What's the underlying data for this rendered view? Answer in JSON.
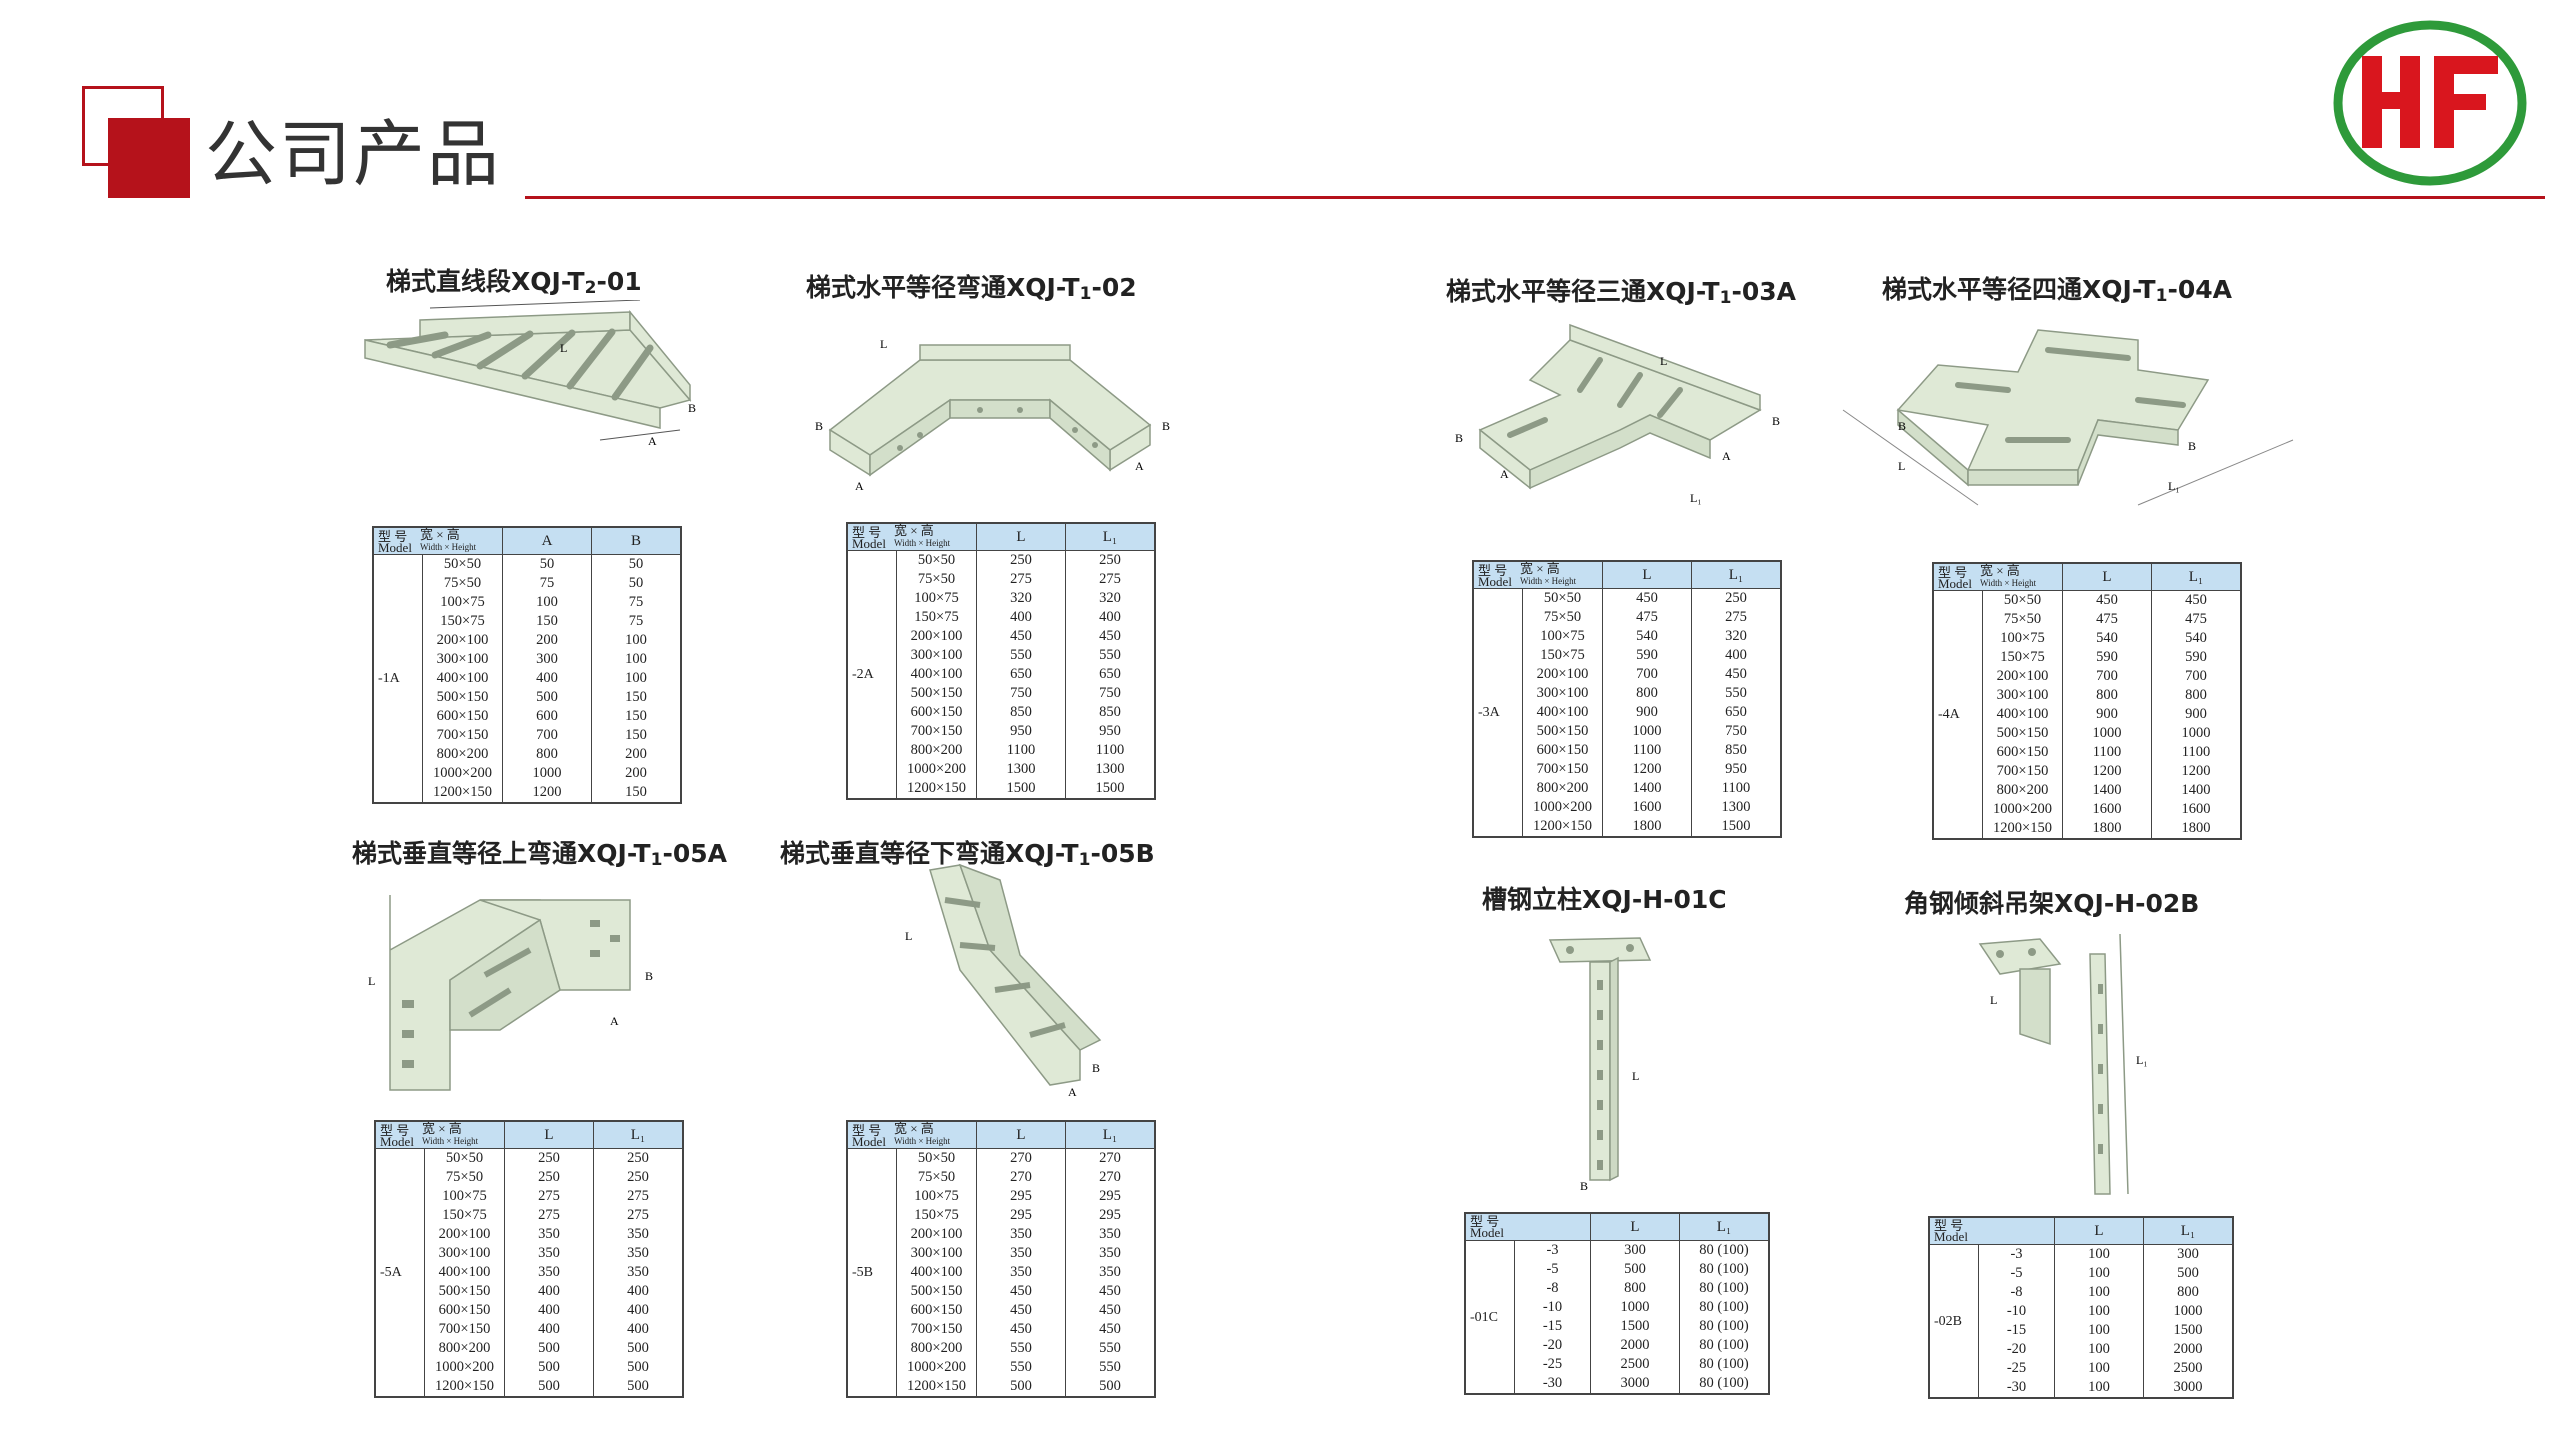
{
  "header": {
    "title": "公司产品"
  },
  "logo": {
    "text": "HF",
    "ring_color": "#2e9a3a",
    "letter_color": "#d9161e"
  },
  "colors": {
    "accent": "#b5121b",
    "table_header": "#c5dff2"
  },
  "products": [
    {
      "title_main": "梯式直线段XQJ-T",
      "title_sub": "2",
      "title_suffix": "-01",
      "code": "-1A",
      "cols": [
        "A",
        "B"
      ],
      "rows": [
        [
          "50×50",
          "50",
          "50"
        ],
        [
          "75×50",
          "75",
          "50"
        ],
        [
          "100×75",
          "100",
          "75"
        ],
        [
          "150×75",
          "150",
          "75"
        ],
        [
          "200×100",
          "200",
          "100"
        ],
        [
          "300×100",
          "300",
          "100"
        ],
        [
          "400×100",
          "400",
          "100"
        ],
        [
          "500×150",
          "500",
          "150"
        ],
        [
          "600×150",
          "600",
          "150"
        ],
        [
          "700×150",
          "700",
          "150"
        ],
        [
          "800×200",
          "800",
          "200"
        ],
        [
          "1000×200",
          "1000",
          "200"
        ],
        [
          "1200×150",
          "1200",
          "150"
        ]
      ]
    },
    {
      "title_main": "梯式水平等径弯通XQJ-T",
      "title_sub": "1",
      "title_suffix": "-02",
      "code": "-2A",
      "cols": [
        "L",
        "L₁"
      ],
      "rows": [
        [
          "50×50",
          "250",
          "250"
        ],
        [
          "75×50",
          "275",
          "275"
        ],
        [
          "100×75",
          "320",
          "320"
        ],
        [
          "150×75",
          "400",
          "400"
        ],
        [
          "200×100",
          "450",
          "450"
        ],
        [
          "300×100",
          "550",
          "550"
        ],
        [
          "400×100",
          "650",
          "650"
        ],
        [
          "500×150",
          "750",
          "750"
        ],
        [
          "600×150",
          "850",
          "850"
        ],
        [
          "700×150",
          "950",
          "950"
        ],
        [
          "800×200",
          "1100",
          "1100"
        ],
        [
          "1000×200",
          "1300",
          "1300"
        ],
        [
          "1200×150",
          "1500",
          "1500"
        ]
      ]
    },
    {
      "title_main": "梯式水平等径三通XQJ-T",
      "title_sub": "1",
      "title_suffix": "-03A",
      "code": "-3A",
      "cols": [
        "L",
        "L₁"
      ],
      "rows": [
        [
          "50×50",
          "450",
          "250"
        ],
        [
          "75×50",
          "475",
          "275"
        ],
        [
          "100×75",
          "540",
          "320"
        ],
        [
          "150×75",
          "590",
          "400"
        ],
        [
          "200×100",
          "700",
          "450"
        ],
        [
          "300×100",
          "800",
          "550"
        ],
        [
          "400×100",
          "900",
          "650"
        ],
        [
          "500×150",
          "1000",
          "750"
        ],
        [
          "600×150",
          "1100",
          "850"
        ],
        [
          "700×150",
          "1200",
          "950"
        ],
        [
          "800×200",
          "1400",
          "1100"
        ],
        [
          "1000×200",
          "1600",
          "1300"
        ],
        [
          "1200×150",
          "1800",
          "1500"
        ]
      ]
    },
    {
      "title_main": "梯式水平等径四通XQJ-T",
      "title_sub": "1",
      "title_suffix": "-04A",
      "code": "-4A",
      "cols": [
        "L",
        "L₁"
      ],
      "rows": [
        [
          "50×50",
          "450",
          "450"
        ],
        [
          "75×50",
          "475",
          "475"
        ],
        [
          "100×75",
          "540",
          "540"
        ],
        [
          "150×75",
          "590",
          "590"
        ],
        [
          "200×100",
          "700",
          "700"
        ],
        [
          "300×100",
          "800",
          "800"
        ],
        [
          "400×100",
          "900",
          "900"
        ],
        [
          "500×150",
          "1000",
          "1000"
        ],
        [
          "600×150",
          "1100",
          "1100"
        ],
        [
          "700×150",
          "1200",
          "1200"
        ],
        [
          "800×200",
          "1400",
          "1400"
        ],
        [
          "1000×200",
          "1600",
          "1600"
        ],
        [
          "1200×150",
          "1800",
          "1800"
        ]
      ]
    },
    {
      "title_main": "梯式垂直等径上弯通XQJ-T",
      "title_sub": "1",
      "title_suffix": "-05A",
      "code": "-5A",
      "cols": [
        "L",
        "L₁"
      ],
      "rows": [
        [
          "50×50",
          "250",
          "250"
        ],
        [
          "75×50",
          "250",
          "250"
        ],
        [
          "100×75",
          "275",
          "275"
        ],
        [
          "150×75",
          "275",
          "275"
        ],
        [
          "200×100",
          "350",
          "350"
        ],
        [
          "300×100",
          "350",
          "350"
        ],
        [
          "400×100",
          "350",
          "350"
        ],
        [
          "500×150",
          "400",
          "400"
        ],
        [
          "600×150",
          "400",
          "400"
        ],
        [
          "700×150",
          "400",
          "400"
        ],
        [
          "800×200",
          "500",
          "500"
        ],
        [
          "1000×200",
          "500",
          "500"
        ],
        [
          "1200×150",
          "500",
          "500"
        ]
      ]
    },
    {
      "title_main": "梯式垂直等径下弯通XQJ-T",
      "title_sub": "1",
      "title_suffix": "-05B",
      "code": "-5B",
      "cols": [
        "L",
        "L₁"
      ],
      "rows": [
        [
          "50×50",
          "270",
          "270"
        ],
        [
          "75×50",
          "270",
          "270"
        ],
        [
          "100×75",
          "295",
          "295"
        ],
        [
          "150×75",
          "295",
          "295"
        ],
        [
          "200×100",
          "350",
          "350"
        ],
        [
          "300×100",
          "350",
          "350"
        ],
        [
          "400×100",
          "350",
          "350"
        ],
        [
          "500×150",
          "450",
          "450"
        ],
        [
          "600×150",
          "450",
          "450"
        ],
        [
          "700×150",
          "450",
          "450"
        ],
        [
          "800×200",
          "550",
          "550"
        ],
        [
          "1000×200",
          "550",
          "550"
        ],
        [
          "1200×150",
          "500",
          "500"
        ]
      ]
    },
    {
      "title_main": "槽钢立柱XQJ-H-01C",
      "title_sub": "",
      "title_suffix": "",
      "code": "-01C",
      "cols": [
        "L",
        "L₁"
      ],
      "rows": [
        [
          "-3",
          "300",
          "80 (100)"
        ],
        [
          "-5",
          "500",
          "80 (100)"
        ],
        [
          "-8",
          "800",
          "80 (100)"
        ],
        [
          "-10",
          "1000",
          "80 (100)"
        ],
        [
          "-15",
          "1500",
          "80 (100)"
        ],
        [
          "-20",
          "2000",
          "80 (100)"
        ],
        [
          "-25",
          "2500",
          "80 (100)"
        ],
        [
          "-30",
          "3000",
          "80 (100)"
        ]
      ]
    },
    {
      "title_main": "角钢倾斜吊架XQJ-H-02B",
      "title_sub": "",
      "title_suffix": "",
      "code": "-02B",
      "cols": [
        "L",
        "L₁"
      ],
      "rows": [
        [
          "-3",
          "100",
          "300"
        ],
        [
          "-5",
          "100",
          "500"
        ],
        [
          "-8",
          "100",
          "800"
        ],
        [
          "-10",
          "100",
          "1000"
        ],
        [
          "-15",
          "100",
          "1500"
        ],
        [
          "-20",
          "100",
          "2000"
        ],
        [
          "-25",
          "100",
          "2500"
        ],
        [
          "-30",
          "100",
          "3000"
        ]
      ]
    }
  ],
  "table_header": {
    "model_cn": "型 号",
    "model_en": "Model",
    "size_cn": "宽 × 高",
    "size_en": "Width × Height"
  },
  "dims": {
    "L": "L",
    "L1": "L₁",
    "A": "A",
    "B": "B"
  }
}
